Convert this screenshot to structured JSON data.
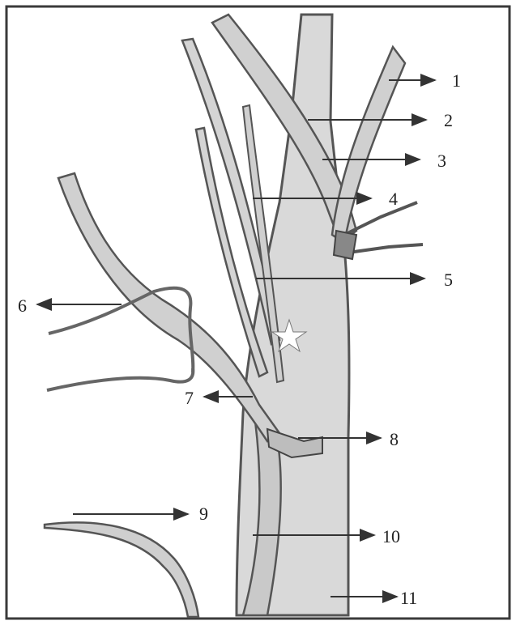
{
  "labels": [
    "1",
    "2",
    "3",
    "4",
    "5",
    "6",
    "7",
    "8",
    "9",
    "10",
    "11"
  ],
  "colors": {
    "background": "#ffffff",
    "frame": "#3a3a3a",
    "vessel_fill": "#d9d9d9",
    "vessel_edge": "#555555",
    "arrow": "#333333",
    "star": "#ffffff"
  },
  "icons": {
    "marker": "star-icon"
  }
}
